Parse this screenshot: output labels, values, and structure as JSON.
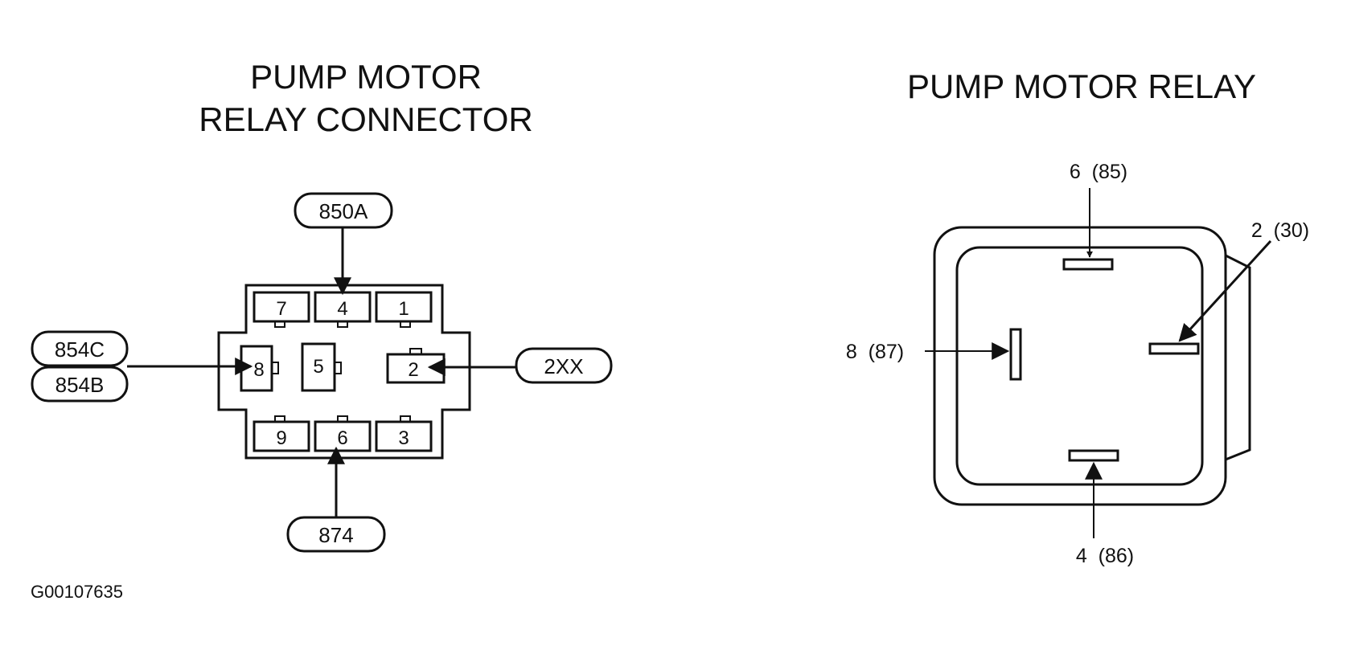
{
  "connector": {
    "title_line1": "PUMP MOTOR",
    "title_line2": "RELAY CONNECTOR",
    "wires": {
      "top": "850A",
      "left_upper": "854C",
      "left_lower": "854B",
      "right": "2XX",
      "bottom": "874"
    },
    "pins": {
      "p7": "7",
      "p4": "4",
      "p1": "1",
      "p8": "8",
      "p5": "5",
      "p2": "2",
      "p9": "9",
      "p6": "6",
      "p3": "3"
    }
  },
  "relay": {
    "title": "PUMP MOTOR RELAY",
    "terminals": {
      "top": "6  (85)",
      "right": "2  (30)",
      "left": "8  (87)",
      "bottom": "4  (86)"
    }
  },
  "figure_code": "G00107635"
}
